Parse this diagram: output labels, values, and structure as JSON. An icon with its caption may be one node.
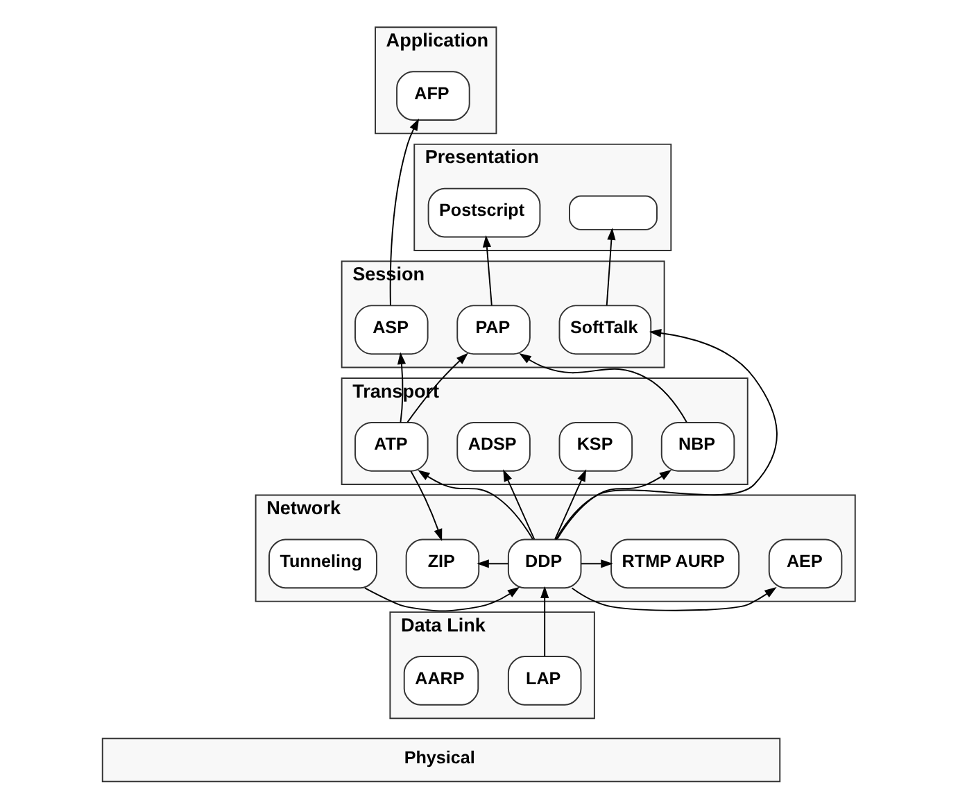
{
  "diagram": {
    "nodes": [
      {
        "text": [
          "Application"
        ]
      },
      {
        "text": [
          "AFP"
        ],
        "in": 0
      },
      {
        "text": [
          "Presentation"
        ]
      },
      {
        "text": [
          "Postscript"
        ],
        "in": 2
      },
      {
        "text": [],
        "shape": "box",
        "in": 2
      },
      {
        "text": [
          "Session"
        ]
      },
      {
        "text": [
          "ASP"
        ],
        "in": 5
      },
      {
        "text": [
          "PAP"
        ],
        "in": 5
      },
      {
        "text": [
          "SoftTalk"
        ],
        "in": 5
      },
      {
        "text": [
          "Transport"
        ]
      },
      {
        "text": [
          "ATP"
        ],
        "in": 9
      },
      {
        "text": [
          "NBP"
        ],
        "in": 9
      },
      {
        "text": [
          "ADSP"
        ],
        "in": 9
      },
      {
        "text": [
          "KSP"
        ],
        "in": 9
      },
      {
        "text": [
          "Network"
        ]
      },
      {
        "text": [
          "ZIP"
        ],
        "in": 14
      },
      {
        "text": [
          "RTMP AURP"
        ],
        "in": 14
      },
      {
        "text": [
          "Tunneling"
        ],
        "in": 14
      },
      {
        "text": [
          "DDP"
        ],
        "in": 14
      },
      {
        "text": [
          "AEP"
        ],
        "in": 14
      },
      {
        "text": [
          "Data Link"
        ]
      },
      {
        "text": [
          "AARP"
        ],
        "in": 20
      },
      {
        "text": [
          "LAP"
        ],
        "in": 20
      },
      {
        "text": [
          "Physical"
        ]
      }
    ],
    "edges": [
      {
        "from": 6,
        "to": 1,
        "arrow": "to"
      },
      {
        "from": 10,
        "to": 6,
        "arrow": "to"
      },
      {
        "from": 10,
        "to": 7,
        "arrow": "to"
      },
      {
        "from": 10,
        "to": 15,
        "arrow": "to"
      },
      {
        "from": 7,
        "to": 3,
        "arrow": "to"
      },
      {
        "from": 11,
        "to": 7,
        "arrow": "to"
      },
      {
        "from": 8,
        "to": 4,
        "arrow": "to"
      },
      {
        "from": 18,
        "to": 10,
        "arrow": "to"
      },
      {
        "from": 18,
        "to": 12,
        "arrow": "to"
      },
      {
        "from": 18,
        "to": 8,
        "arrow": "to"
      },
      {
        "from": 18,
        "to": 11,
        "arrow": "to"
      },
      {
        "from": 18,
        "to": 13,
        "arrow": "to"
      },
      {
        "from": 18,
        "to": 15,
        "arrow": "to"
      },
      {
        "from": 18,
        "to": 16,
        "arrow": "to"
      },
      {
        "from": 17,
        "to": 18,
        "arrow": "to"
      },
      {
        "from": 18,
        "to": 19,
        "arrow": "to"
      },
      {
        "from": 22,
        "to": 18,
        "arrow": "to"
      }
    ]
  }
}
